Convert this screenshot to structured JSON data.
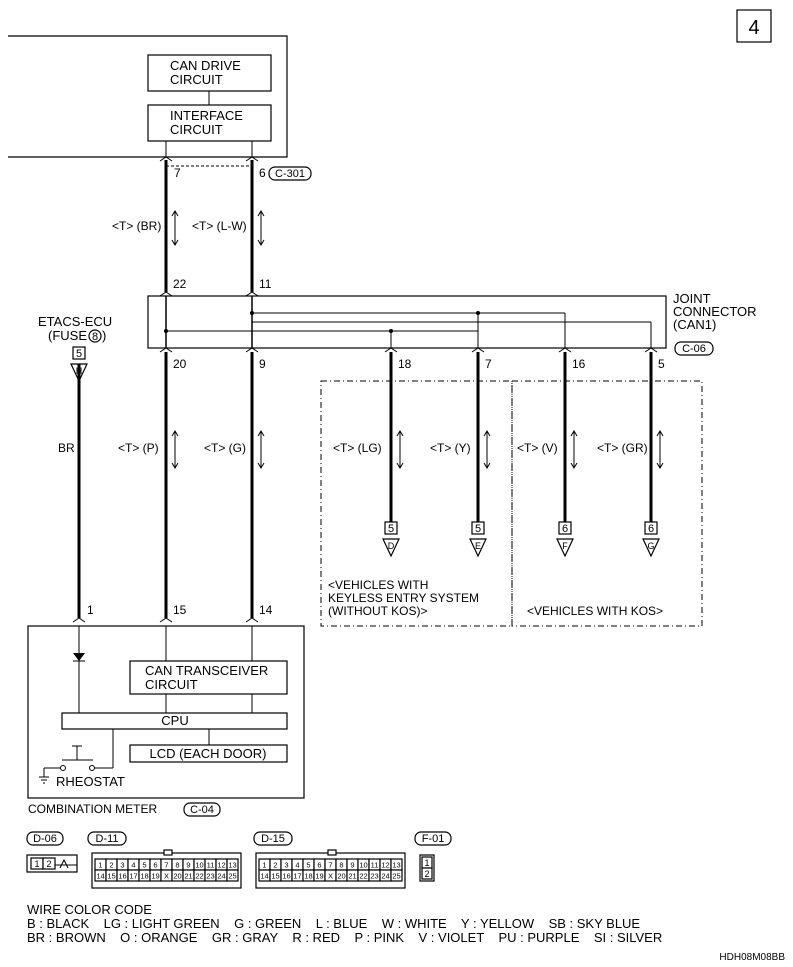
{
  "page_number": "4",
  "ecu_top": {
    "can_drive": [
      "CAN DRIVE",
      "CIRCUIT"
    ],
    "interface": [
      "INTERFACE",
      "CIRCUIT"
    ],
    "pin_7": "7",
    "pin_6": "6",
    "connector": "C-301"
  },
  "top_wires": {
    "w1_label": "<T> (BR)",
    "w2_label": "<T> (L-W)"
  },
  "joint_connector": {
    "title": [
      "JOINT",
      "CONNECTOR",
      "(CAN1)"
    ],
    "connector": "C-06",
    "pin_22": "22",
    "pin_11": "11",
    "pin_20": "20",
    "pin_9": "9",
    "pin_18": "18",
    "pin_7": "7",
    "pin_16": "16",
    "pin_5": "5"
  },
  "etacs": {
    "title": [
      "ETACS-ECU",
      "(FUSE"
    ],
    "fuse_no": "8",
    "close": ")",
    "box_num": "5",
    "tri_letter": "H",
    "wire_color": "BR"
  },
  "mid_wires": {
    "p_label": "<T> (P)",
    "g_label": "<T> (G)",
    "lg_label": "<T> (LG)",
    "y_label": "<T> (Y)",
    "v_label": "<T> (V)",
    "gr_label": "<T> (GR)"
  },
  "terminals": {
    "d_num": "5",
    "d_letter": "D",
    "e_num": "5",
    "e_letter": "E",
    "f_num": "6",
    "f_letter": "F",
    "g_num": "6",
    "g_letter": "G"
  },
  "groups": {
    "without_kos": [
      "<VEHICLES WITH",
      "KEYLESS ENTRY SYSTEM",
      "(WITHOUT KOS)>"
    ],
    "with_kos": "<VEHICLES WITH KOS>"
  },
  "meter": {
    "pin_1": "1",
    "pin_15": "15",
    "pin_14": "14",
    "can_transceiver": [
      "CAN TRANSCEIVER",
      "CIRCUIT"
    ],
    "cpu": "CPU",
    "lcd": "LCD (EACH DOOR)",
    "rheostat": "RHEOSTAT",
    "title": "COMBINATION METER",
    "connector": "C-04"
  },
  "connector_views": {
    "d06": "D-06",
    "d11": "D-11",
    "d15": "D-15",
    "f01": "F-01",
    "d06_pins": [
      "1",
      "2"
    ],
    "d11_row1": [
      "1",
      "2",
      "3",
      "4",
      "5",
      "6",
      "7",
      "8",
      "9",
      "10",
      "11",
      "12",
      "13"
    ],
    "d11_row2": [
      "14",
      "15",
      "16",
      "17",
      "18",
      "19",
      "X",
      "20",
      "21",
      "22",
      "23",
      "24",
      "25"
    ],
    "d15_row1": [
      "1",
      "2",
      "3",
      "4",
      "5",
      "6",
      "7",
      "8",
      "9",
      "10",
      "11",
      "12",
      "13"
    ],
    "d15_row2": [
      "14",
      "15",
      "16",
      "17",
      "18",
      "19",
      "X",
      "20",
      "21",
      "22",
      "23",
      "24",
      "25"
    ],
    "f01_pins": [
      "1",
      "2"
    ]
  },
  "wire_color_code": {
    "title": "WIRE COLOR CODE",
    "line1": "B : BLACK    LG : LIGHT GREEN    G : GREEN    L : BLUE    W : WHITE    Y : YELLOW    SB : SKY BLUE",
    "line2": "BR : BROWN    O : ORANGE    GR : GRAY    R : RED    P : PINK    V : VIOLET    PU : PURPLE    SI : SILVER"
  },
  "figure_id": "HDH08M08BB"
}
